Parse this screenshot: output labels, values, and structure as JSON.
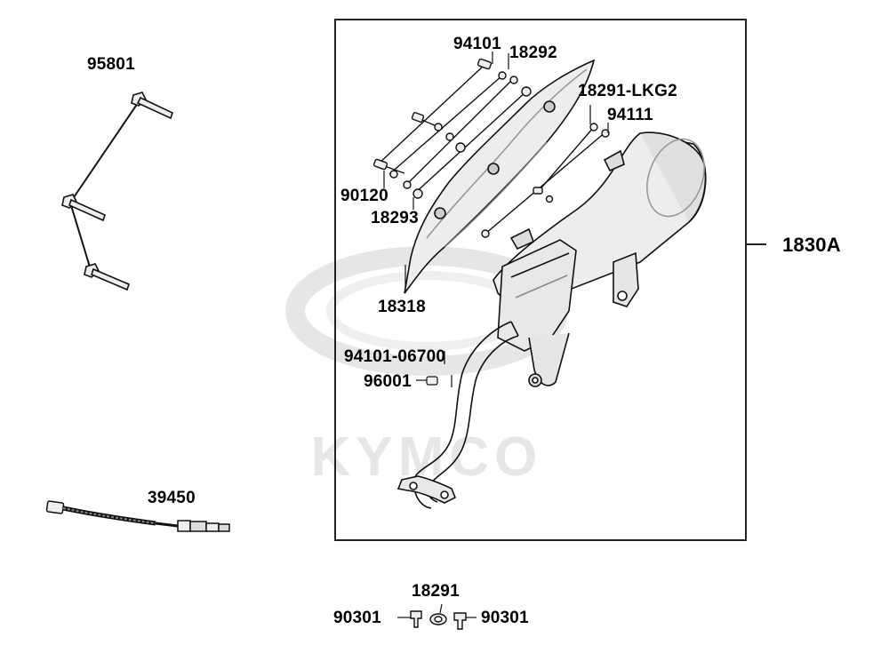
{
  "watermark": {
    "brand": "KYMCO",
    "color": "#e6e6e6"
  },
  "colors": {
    "line": "#111111",
    "part_fill": "#eeeeee",
    "part_shade": "#cfcfcf",
    "frame": "#222222"
  },
  "assembly": {
    "part_no": "1830A"
  },
  "labels": {
    "p95801": "95801",
    "p39450": "39450",
    "p94101": "94101",
    "p18292": "18292",
    "p18291_lkg2": "18291-LKG2",
    "p94111": "94111",
    "p90120": "90120",
    "p18293": "18293",
    "p18318": "18318",
    "p94101_06700": "94101-06700",
    "p96001": "96001",
    "p18291": "18291",
    "p90301_left": "90301",
    "p90301_right": "90301"
  }
}
